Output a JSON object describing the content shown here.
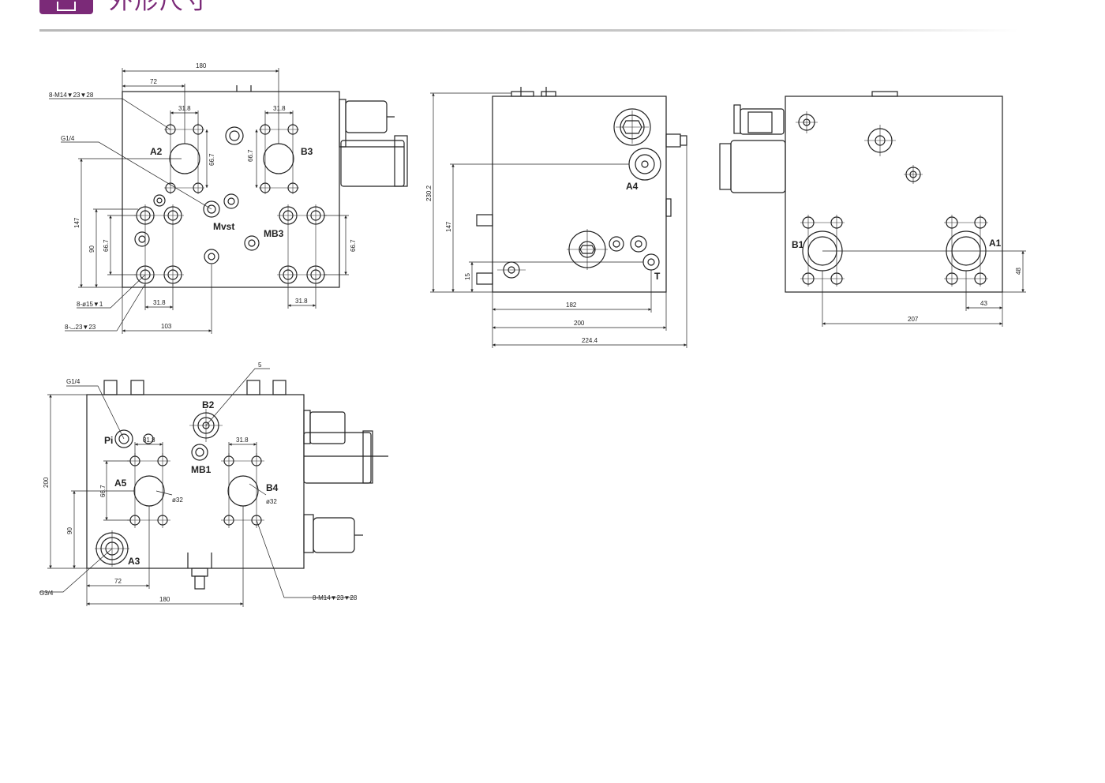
{
  "header": {
    "title": "外形尺寸"
  },
  "views": {
    "front": {
      "ports": {
        "a2": "A2",
        "b3": "B3",
        "mvst": "Mvst",
        "mb3": "MB3"
      },
      "dims": {
        "w180": "180",
        "w72": "72",
        "d31a": "31.8",
        "d31b": "31.8",
        "v667a": "66.7",
        "v667b": "66.7",
        "h147": "147",
        "h90": "90",
        "v667c": "66.7",
        "v667d": "66.7",
        "d31c": "31.8",
        "d31d": "31.8",
        "w103": "103"
      },
      "notes": {
        "bolt": "8-M14▼23▼28",
        "g14": "G1/4",
        "hole15": "8-ø15▼1",
        "cbore": "8-⌴23▼23"
      }
    },
    "side": {
      "ports": {
        "a4": "A4",
        "t": "T"
      },
      "dims": {
        "h2302": "230.2",
        "h147": "147",
        "h15": "15",
        "w182": "182",
        "w200": "200",
        "w2244": "224.4"
      }
    },
    "rear": {
      "ports": {
        "b1": "B1",
        "a1": "A1"
      },
      "dims": {
        "h48": "48",
        "w43": "43",
        "w207": "207"
      }
    },
    "top": {
      "ports": {
        "b2": "B2",
        "pi": "Pi",
        "mb1": "MB1",
        "a5": "A5",
        "b4": "B4",
        "a3": "A3"
      },
      "dims": {
        "n5": "5",
        "d31a": "31.8",
        "d31b": "31.8",
        "v667a": "66.7",
        "phi32a": "ø32",
        "phi32b": "ø32",
        "h200": "200",
        "h90": "90",
        "w72": "72",
        "w180": "180"
      },
      "notes": {
        "g14": "G1/4",
        "g34": "G3/4",
        "bolt": "8-M14▼23▼28"
      }
    }
  }
}
